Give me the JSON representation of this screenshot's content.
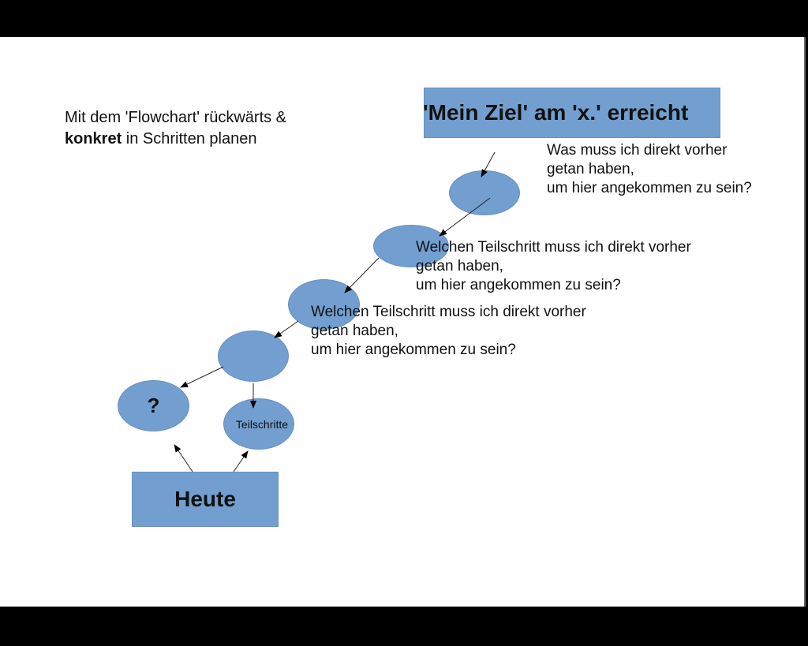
{
  "diagram": {
    "intro": {
      "line1": "Mit dem 'Flowchart' rückwärts &",
      "line2_bold": "konkret",
      "line2_rest": " in Schritten planen"
    },
    "goal_box": {
      "label": "'Mein Ziel' am 'x.' erreicht"
    },
    "question_1": {
      "lines": [
        "Was muss ich direkt vorher",
        "getan haben,",
        "um hier angekommen zu sein?"
      ]
    },
    "question_2": {
      "lines": [
        "Welchen Teilschritt muss ich direkt vorher",
        "getan haben,",
        "um hier angekommen zu sein?"
      ]
    },
    "question_3": {
      "lines": [
        "Welchen Teilschritt muss ich direkt vorher",
        "getan haben,",
        "um hier angekommen zu sein?"
      ]
    },
    "unknown_node": {
      "label": "?"
    },
    "substeps_node": {
      "label": "Teilschritte"
    },
    "today_box": {
      "label": "Heute"
    },
    "colors": {
      "node_fill": "#729fcf",
      "text": "#111111",
      "background": "#ffffff",
      "frame": "#000000"
    }
  }
}
